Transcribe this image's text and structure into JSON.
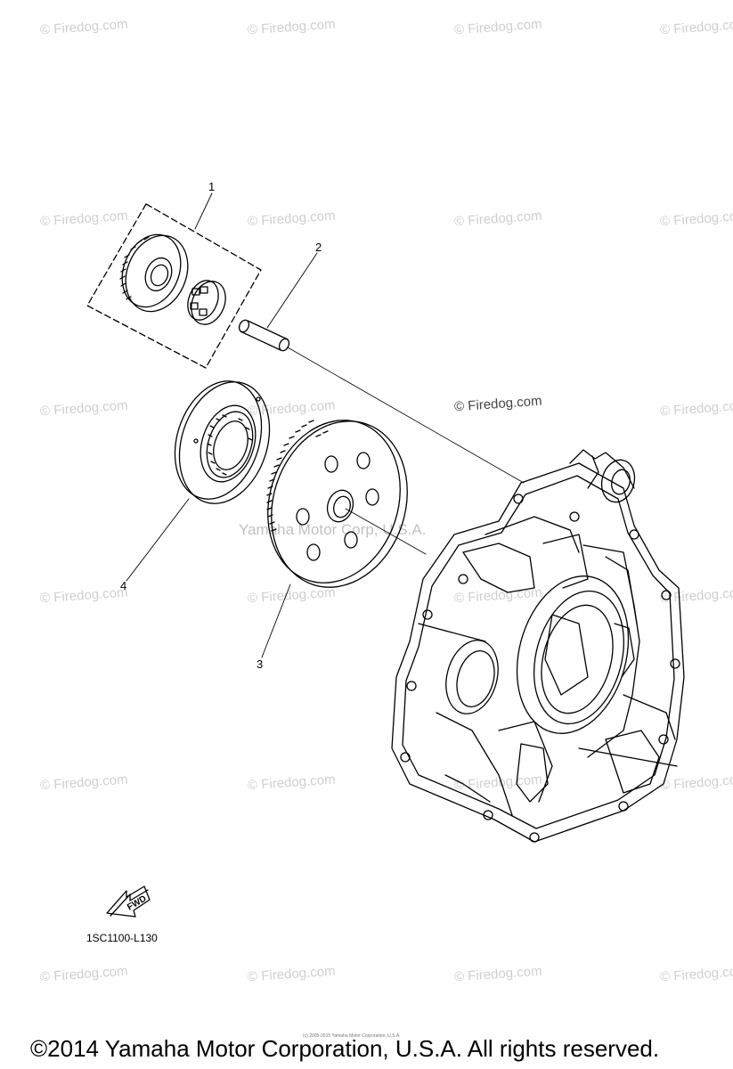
{
  "watermark": {
    "text": "© Firedog.com",
    "center_text": "Yamaha Motor Corp, U.S.A."
  },
  "callouts": [
    "1",
    "2",
    "3",
    "4"
  ],
  "fwd_label": "FWD",
  "diagram_code": "1SC1100-L130",
  "tiny_credit": "(c) 2005-2015 Yamaha Motor Corporation, U.S.A.",
  "copyright": "©2014 Yamaha Motor Corporation, U.S.A. All rights reserved."
}
